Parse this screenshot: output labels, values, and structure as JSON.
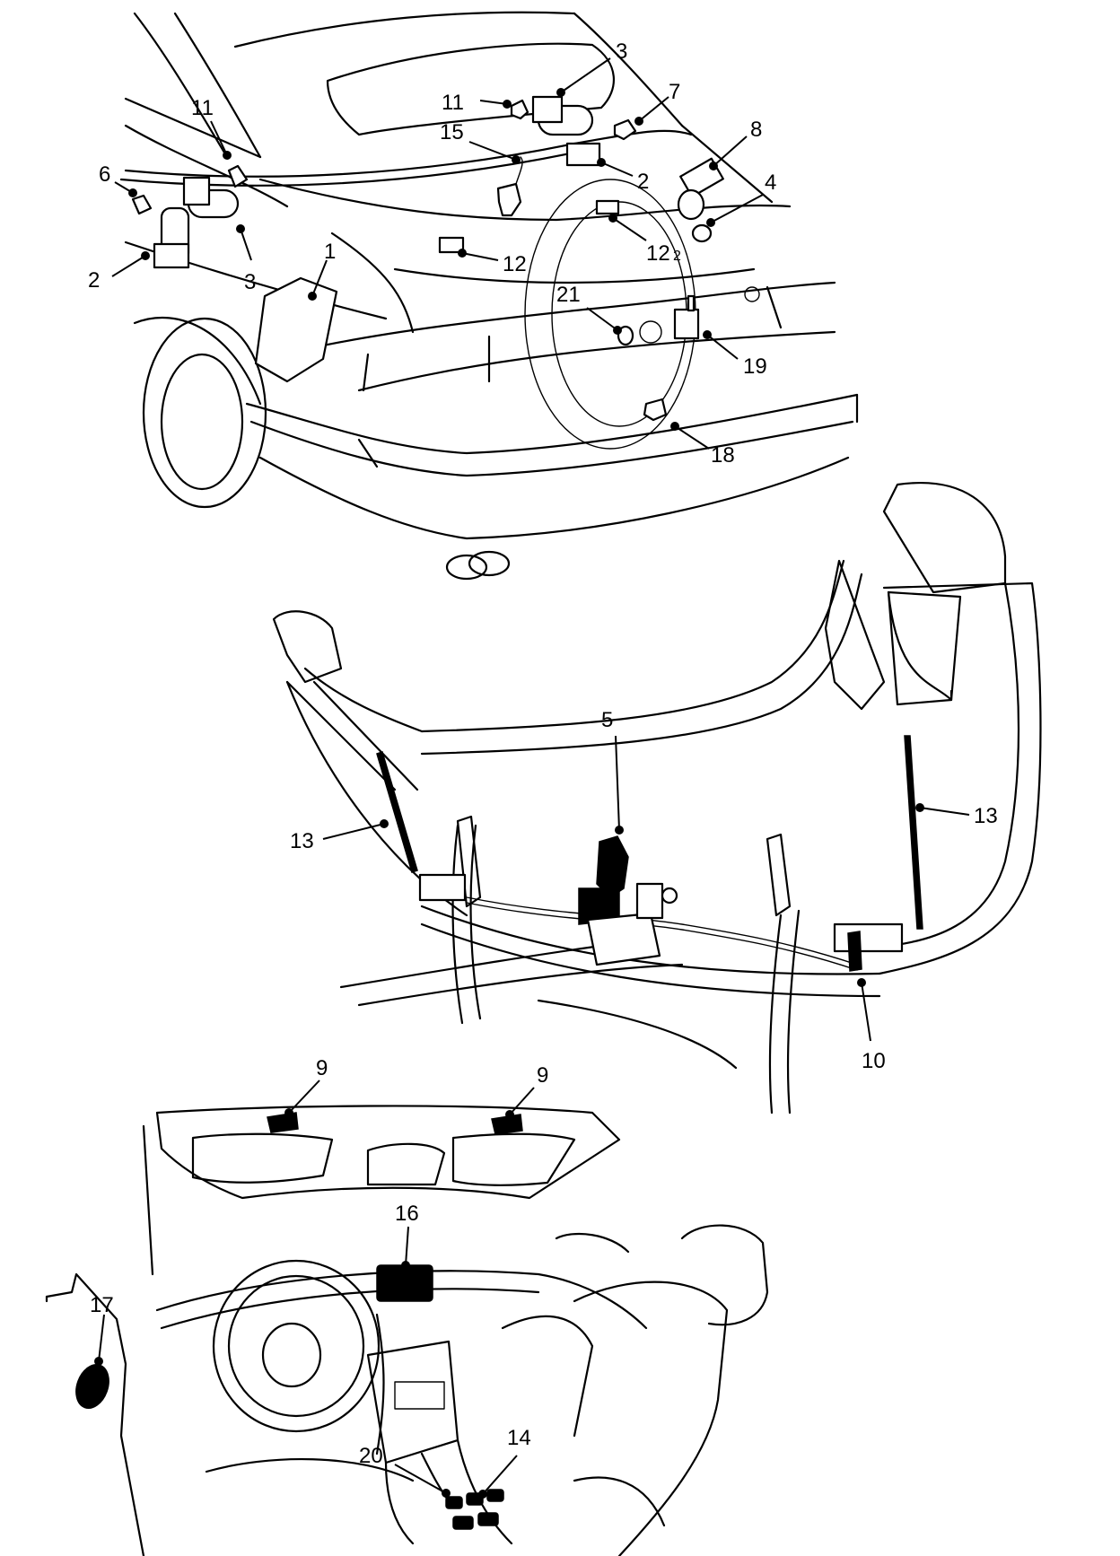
{
  "callouts": {
    "c1": "1",
    "c2a": "2",
    "c2b": "2",
    "c3a": "3",
    "c3b": "3",
    "c4": "4",
    "c5": "5",
    "c6": "6",
    "c7": "7",
    "c8": "8",
    "c9a": "9",
    "c9b": "9",
    "c10": "10",
    "c11a": "11",
    "c11b": "11",
    "c12a": "12",
    "c12b": "12",
    "c12_suffix": "2",
    "c13a": "13",
    "c13b": "13",
    "c14": "14",
    "c15": "15",
    "c16": "16",
    "c17": "17",
    "c18": "18",
    "c19": "19",
    "c20": "20",
    "c21": "21"
  }
}
